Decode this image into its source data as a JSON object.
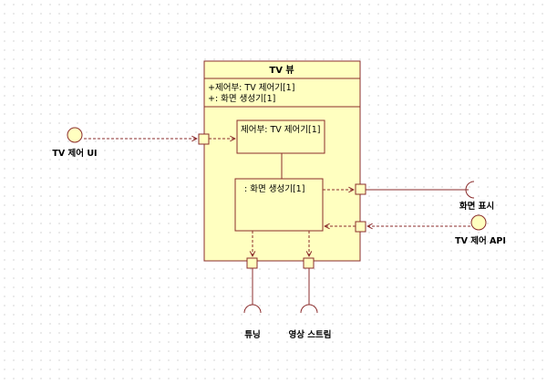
{
  "component": {
    "name": "TV 뷰",
    "attributes": [
      "+제어부: TV 제어기[1]",
      "+: 화면 생성기[1]"
    ]
  },
  "parts": {
    "controller": "제어부: TV 제어기[1]",
    "generator": ": 화면 생성기[1]"
  },
  "interfaces": {
    "tv_control_ui": "TV 제어 UI",
    "screen_display": "화면 표시",
    "tv_control_api": "TV 제어 API",
    "tuning": "튜닝",
    "video_stream": "영상 스트림"
  },
  "colors": {
    "line": "#8b2c2c",
    "fill": "#ffffc0"
  }
}
